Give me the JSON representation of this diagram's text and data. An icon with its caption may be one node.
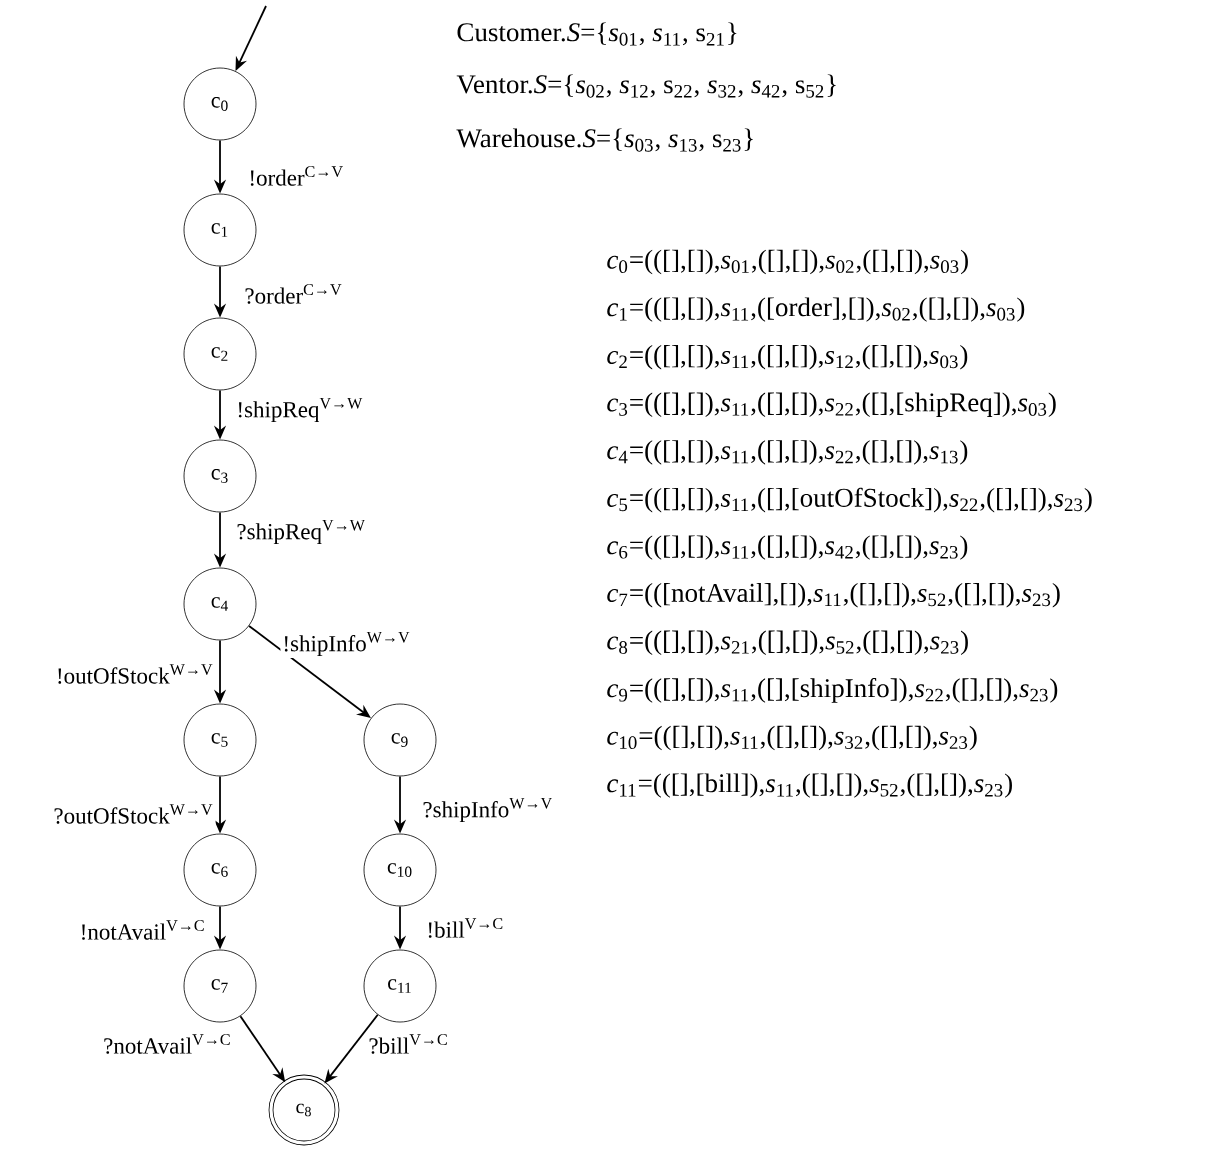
{
  "diagram": {
    "nodes": [
      {
        "text": [
          "c$_{0}$"
        ]
      },
      {
        "text": [
          "c$_{1}$"
        ]
      },
      {
        "text": [
          "c$_{2}$"
        ]
      },
      {
        "text": [
          "c$_{3}$"
        ]
      },
      {
        "text": [
          "c$_{4}$"
        ]
      },
      {
        "text": [
          "c$_{5}$"
        ]
      },
      {
        "text": [
          "c$_{6}$"
        ]
      },
      {
        "text": [
          "c$_{7}$"
        ]
      },
      {
        "text": [
          "c$_{8}$"
        ]
      },
      {
        "text": [
          "c$_{9}$"
        ]
      },
      {
        "text": [
          "c$_{10}$"
        ]
      },
      {
        "text": [
          "c$_{11}$"
        ]
      }
    ],
    "edges": [
      {
        "from": null,
        "to": 0,
        "arrow": "to"
      },
      {
        "from": 0,
        "to": 1,
        "arrow": "to",
        "label": "!order$^{C→V}$"
      },
      {
        "from": 1,
        "to": 2,
        "arrow": "to",
        "label": "?order$^{C→V}$"
      },
      {
        "from": 2,
        "to": 3,
        "arrow": "to",
        "label": "!shipReq$^{V→W}$"
      },
      {
        "from": 3,
        "to": 4,
        "arrow": "to",
        "label": "?shipReq$^{V→W}$"
      },
      {
        "from": 4,
        "to": 5,
        "arrow": "to",
        "label": "!outOfStock$^{W→V}$"
      },
      {
        "from": 4,
        "to": 9,
        "arrow": "to",
        "label": "!shipInfo$^{W→V}$"
      },
      {
        "from": 5,
        "to": 6,
        "arrow": "to",
        "label": "?outOfStock$^{W→V}$"
      },
      {
        "from": 9,
        "to": 10,
        "arrow": "to",
        "label": "?shipInfo$^{W→V}$"
      },
      {
        "from": 6,
        "to": 7,
        "arrow": "to",
        "label": "!notAvail$^{V→C}$"
      },
      {
        "from": 10,
        "to": 11,
        "arrow": "to",
        "label": "!bill$^{V→C}$"
      },
      {
        "from": 7,
        "to": 8,
        "arrow": "to",
        "label": "?notAvail$^{V→C}$"
      },
      {
        "from": 11,
        "to": 8,
        "arrow": "to",
        "label": "?bill$^{V→C}$"
      }
    ],
    "labels": [
      "Customer.*S*={*s*$_{01}$, *s*$_{11}$, s$_{21}$}",
      "Ventor.*S*={*s*$_{02}$, *s*$_{12}$, s$_{22}$, *s*$_{32}$, *s*$_{42}$, s$_{52}$}",
      "Warehouse.*S*={*s*$_{03}$, *s*$_{13}$, s$_{23}$}",
      "*c*$_{0}$=(([],[]),*s*$_{01}$,([],[]),*s*$_{02}$,([],[]),*s*$_{03}$)",
      "*c*$_{1}$=(([],[]),*s*$_{11}$,([order],[]),*s*$_{02}$,([],[]),*s*$_{03}$)",
      "*c*$_{2}$=(([],[]),*s*$_{11}$,([],[]),*s*$_{12}$,([],[]),*s*$_{03}$)",
      "*c*$_{3}$=(([],[]),*s*$_{11}$,([],[]),*s*$_{22}$,([],[shipReq]),*s*$_{03}$)",
      "*c*$_{4}$=(([],[]),*s*$_{11}$,([],[]),*s*$_{22}$,([],[]),*s*$_{13}$)",
      "*c*$_{5}$=(([],[]),*s*$_{11}$,([],[outOfStock]),*s*$_{22}$,([],[]),*s*$_{23}$)",
      "*c*$_{6}$=(([],[]),*s*$_{11}$,([],[]),*s*$_{42}$,([],[]),*s*$_{23}$)",
      "*c*$_{7}$=(([notAvail],[]),*s*$_{11}$,([],[]),*s*$_{52}$,([],[]),*s*$_{23}$)",
      "*c*$_{8}$=(([],[]),*s*$_{21}$,([],[]),*s*$_{52}$,([],[]),*s*$_{23}$)",
      "*c*$_{9}$=(([],[]),*s*$_{11}$,([],[shipInfo]),*s*$_{22}$,([],[]),*s*$_{23}$)",
      "*c*$_{10}$=(([],[]),*s*$_{11}$,([],[]),*s*$_{32}$,([],[]),*s*$_{23}$)",
      "*c*$_{11}$=(([],[bill]),*s*$_{11}$,([],[]),*s*$_{52}$,([],[]),*s*$_{23}$)"
    ]
  }
}
